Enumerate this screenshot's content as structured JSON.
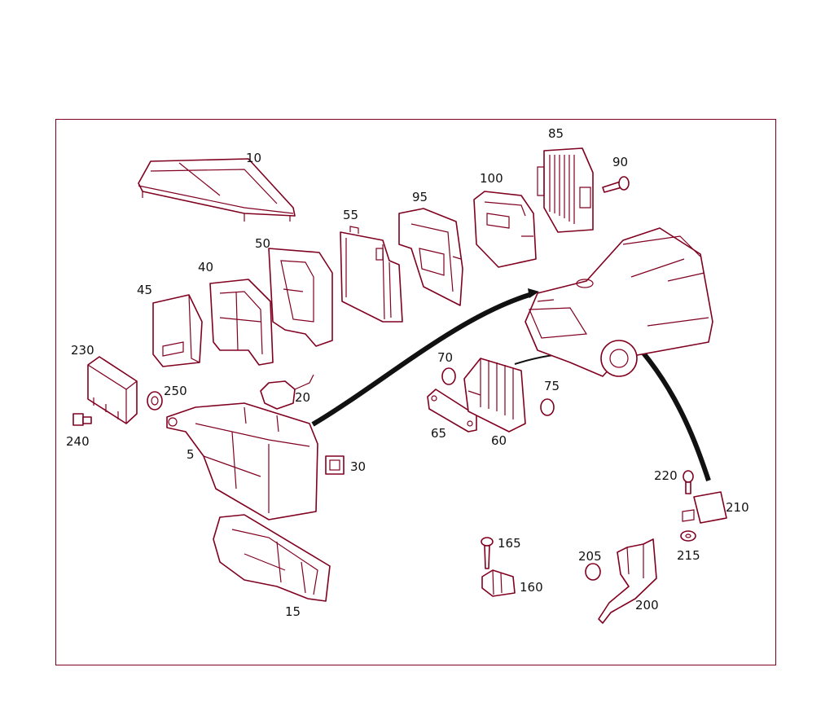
{
  "diagram": {
    "colors": {
      "line": "#800020",
      "label": "#111111",
      "frame": "#800020",
      "background": "#ffffff"
    },
    "labels": {
      "p10": "10",
      "p85": "85",
      "p90": "90",
      "p100": "100",
      "p95": "95",
      "p55": "55",
      "p50": "50",
      "p40": "40",
      "p45": "45",
      "p230": "230",
      "p250": "250",
      "p240": "240",
      "p20": "20",
      "p5": "5",
      "p30": "30",
      "p15": "15",
      "p70": "70",
      "p75": "75",
      "p65": "65",
      "p60": "60",
      "p220": "220",
      "p210": "210",
      "p215": "215",
      "p165": "165",
      "p160": "160",
      "p205": "205",
      "p200": "200"
    }
  }
}
